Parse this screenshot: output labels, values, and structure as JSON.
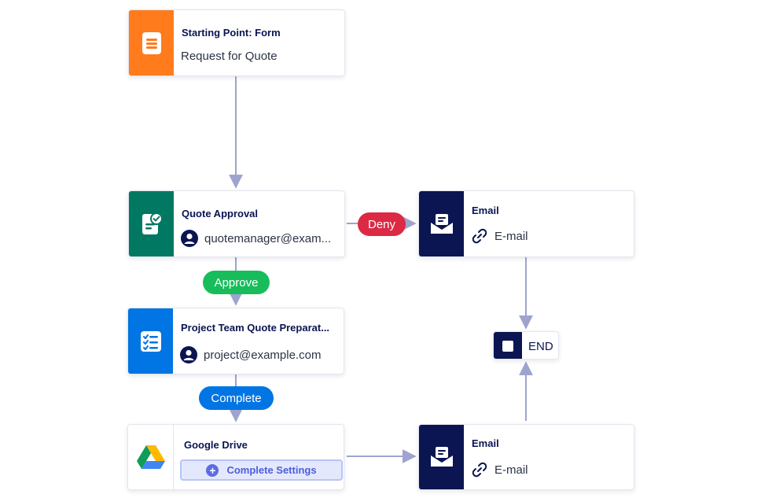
{
  "colors": {
    "form_orange": "#ff7b1c",
    "approval_green": "#007862",
    "task_blue": "#0075e3",
    "navy": "#0a1551",
    "deny_red": "#dc2a45",
    "approve_green": "#18bd5b",
    "complete_blue": "#0075e3",
    "connector": "#9ea3cf"
  },
  "nodes": {
    "form": {
      "title": "Starting Point: Form",
      "subtitle": "Request for Quote",
      "icon": "form-icon"
    },
    "approval": {
      "title": "Quote Approval",
      "subtitle": "quotemanager@exam...",
      "icon": "approval-icon",
      "sub_icon": "user-icon"
    },
    "email_top": {
      "title": "Email",
      "subtitle": "E-mail",
      "icon": "email-icon",
      "sub_icon": "link-icon"
    },
    "task": {
      "title": "Project Team Quote Preparat...",
      "subtitle": "project@example.com",
      "icon": "task-list-icon",
      "sub_icon": "user-icon"
    },
    "drive": {
      "title": "Google Drive",
      "button_label": "Complete Settings",
      "icon": "google-drive-icon"
    },
    "email_bottom": {
      "title": "Email",
      "subtitle": "E-mail",
      "icon": "email-icon",
      "sub_icon": "link-icon"
    },
    "end": {
      "label": "END",
      "icon": "stop-icon"
    }
  },
  "labels": {
    "deny": "Deny",
    "approve": "Approve",
    "complete": "Complete"
  }
}
